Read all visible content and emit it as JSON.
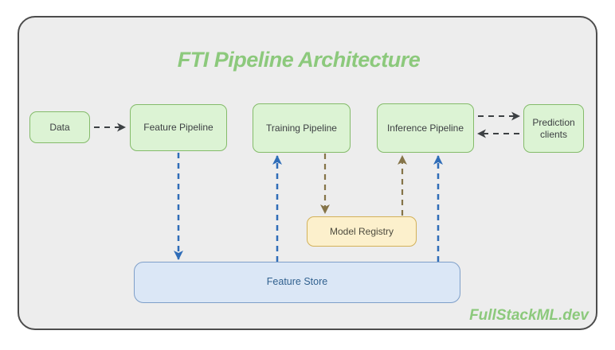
{
  "diagram": {
    "title": "FTI Pipeline Architecture",
    "watermark": "FullStackML.dev",
    "nodes": {
      "data": {
        "label": "Data",
        "kind": "process"
      },
      "feature_pipeline": {
        "label": "Feature Pipeline",
        "kind": "process"
      },
      "training_pipeline": {
        "label": "Training Pipeline",
        "kind": "process"
      },
      "inference_pipeline": {
        "label": "Inference Pipeline",
        "kind": "process"
      },
      "prediction_clients": {
        "label": "Prediction clients",
        "kind": "process"
      },
      "model_registry": {
        "label": "Model Registry",
        "kind": "registry"
      },
      "feature_store": {
        "label": "Feature Store",
        "kind": "store"
      }
    },
    "edges": [
      {
        "from": "Data",
        "to": "Feature Pipeline",
        "style": "dashed",
        "color": "#3c4043"
      },
      {
        "from": "Inference Pipeline",
        "to": "Prediction clients",
        "style": "dashed",
        "color": "#3c4043"
      },
      {
        "from": "Prediction clients",
        "to": "Inference Pipeline",
        "style": "dashed",
        "color": "#3c4043"
      },
      {
        "from": "Feature Pipeline",
        "to": "Feature Store",
        "style": "dashed",
        "color": "#2f6db8"
      },
      {
        "from": "Feature Store",
        "to": "Training Pipeline",
        "style": "dashed",
        "color": "#2f6db8"
      },
      {
        "from": "Training Pipeline",
        "to": "Model Registry",
        "style": "dashed",
        "color": "#857448"
      },
      {
        "from": "Model Registry",
        "to": "Inference Pipeline",
        "style": "dashed",
        "color": "#857448"
      },
      {
        "from": "Feature Store",
        "to": "Inference Pipeline",
        "style": "dashed",
        "color": "#2f6db8"
      }
    ],
    "colors": {
      "canvas_fill": "#ededed",
      "canvas_border": "#4c4c4c",
      "process_fill": "#dcf3d4",
      "process_border": "#84bb6a",
      "registry_fill": "#fcf0cc",
      "registry_border": "#d3b159",
      "store_fill": "#dbe7f6",
      "store_border": "#7e9fc9",
      "accent_green_text": "#8cc97c",
      "arrow_dark": "#3c4043",
      "arrow_blue": "#2f6db8",
      "arrow_brown": "#857448"
    }
  }
}
